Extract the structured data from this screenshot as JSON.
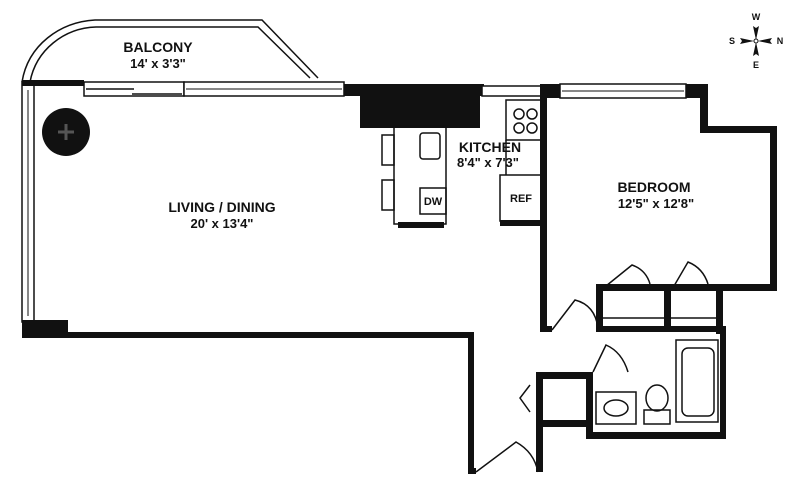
{
  "rooms": {
    "balcony": {
      "name": "BALCONY",
      "dims": "14' x 3'3\""
    },
    "living": {
      "name": "LIVING / DINING",
      "dims": "20' x 13'4\""
    },
    "kitchen": {
      "name": "KITCHEN",
      "dims": "8'4\" x 7'3\""
    },
    "bedroom": {
      "name": "BEDROOM",
      "dims": "12'5\" x 12'8\""
    }
  },
  "appliances": {
    "dishwasher": "DW",
    "refrigerator": "REF"
  },
  "compass": {
    "north": "N",
    "south": "S",
    "east": "E",
    "west": "W"
  }
}
